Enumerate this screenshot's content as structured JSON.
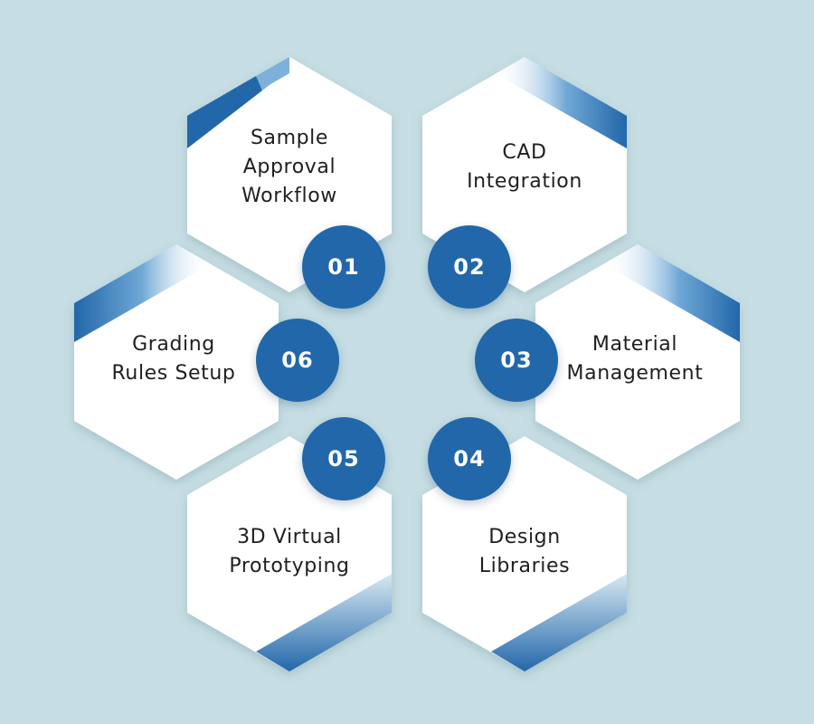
{
  "colors": {
    "background": "#c5dde3",
    "hex_fill": "#ffffff",
    "accent": "#2267a9",
    "accent_light": "#5d98cb",
    "label_text": "#1f1f1f",
    "number_text": "#ffffff"
  },
  "steps": [
    {
      "number": "01",
      "label": "Sample\nApproval\nWorkflow"
    },
    {
      "number": "02",
      "label": "CAD\nIntegration"
    },
    {
      "number": "03",
      "label": "Material\nManagement"
    },
    {
      "number": "04",
      "label": "Design\nLibraries"
    },
    {
      "number": "05",
      "label": "3D Virtual\nPrototyping"
    },
    {
      "number": "06",
      "label": "Grading\nRules Setup"
    }
  ]
}
